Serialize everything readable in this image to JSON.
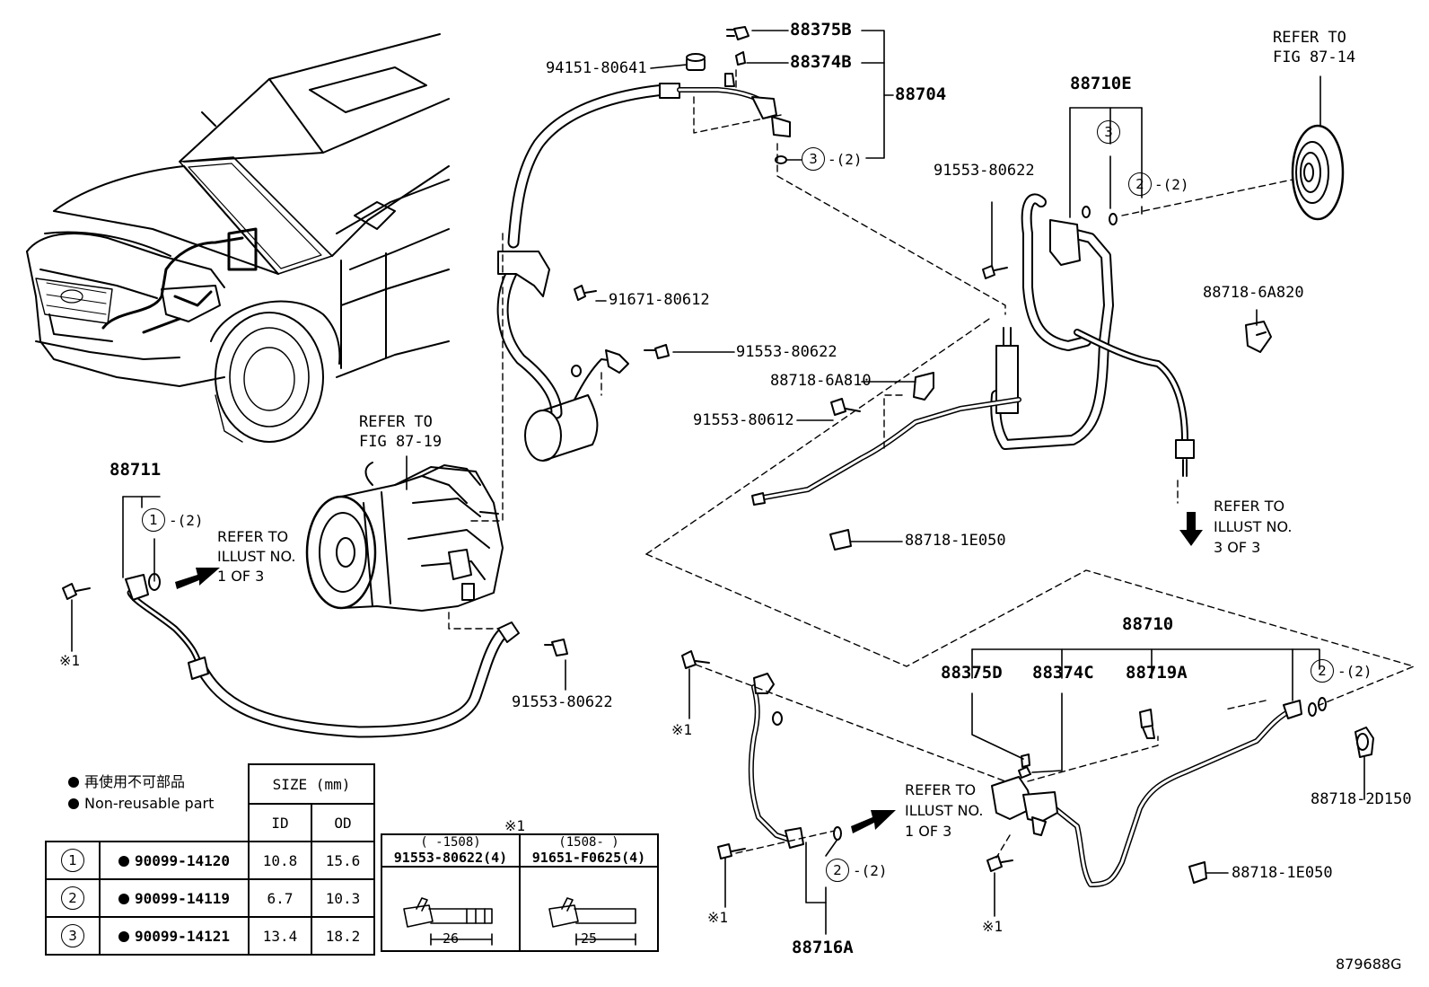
{
  "labels": {
    "p88375B": "88375B",
    "p88374B": "88374B",
    "p88704": "88704",
    "p94151": "94151-80641",
    "ring3_top": "3",
    "ring3_top_qty": "-(2)",
    "refer_87_14_a": "REFER TO",
    "refer_87_14_b": "FIG 87-14",
    "p88710E": "88710E",
    "p91553_a": "91553-80622",
    "ring3_e": "3",
    "ring2_e": "2",
    "ring2_e_qty": "-(2)",
    "p91671": "91671-80612",
    "p91553_b": "91553-80622",
    "p88718_6A810": "88718-6A810",
    "p91553_80612": "91553-80612",
    "p88718_6A820": "88718-6A820",
    "refer_87_19_a": "REFER TO",
    "refer_87_19_b": "FIG 87-19",
    "p88711": "88711",
    "ring1": "1",
    "ring1_qty": "-(2)",
    "refer_1of3_a_1": "REFER TO",
    "refer_1of3_a_2": "ILLUST NO.",
    "refer_1of3_a_3": "1 OF 3",
    "refer_3of3_1": "REFER TO",
    "refer_3of3_2": "ILLUST NO.",
    "refer_3of3_3": "3 OF 3",
    "p88718_1E050_a": "88718-1E050",
    "p91553_c": "91553-80622",
    "star1_a": "※1",
    "p88710": "88710",
    "p88375D": "88375D",
    "p88374C": "88374C",
    "p88719A": "88719A",
    "ring2_b": "2",
    "ring2_b_qty": "-(2)",
    "star1_b": "※1",
    "refer_1of3_b_1": "REFER TO",
    "refer_1of3_b_2": "ILLUST NO.",
    "refer_1of3_b_3": "1 OF 3",
    "p88718_2D150": "88718-2D150",
    "p88718_1E050_b": "88718-1E050",
    "ring2_c": "2",
    "ring2_c_qty": "-(2)",
    "star1_c": "※1",
    "star1_d": "※1",
    "p88716A": "88716A",
    "fig_no": "879688G"
  },
  "legend": {
    "jp": "再使用不可部品",
    "en": "Non-reusable part"
  },
  "size_table": {
    "header": "SIZE (mm)",
    "col_id": "ID",
    "col_od": "OD",
    "rows": [
      {
        "num": "1",
        "part": "90099-14120",
        "id": "10.8",
        "od": "15.6"
      },
      {
        "num": "2",
        "part": "90099-14119",
        "id": "6.7",
        "od": "10.3"
      },
      {
        "num": "3",
        "part": "90099-14121",
        "id": "13.4",
        "od": "18.2"
      }
    ]
  },
  "bolt_table": {
    "title": "※1",
    "col1_range": "(     -1508)",
    "col2_range": "(1508-      )",
    "col1_part": "91553-80622(4)",
    "col2_part": "91651-F0625(4)",
    "col1_len": "26",
    "col2_len": "25"
  }
}
